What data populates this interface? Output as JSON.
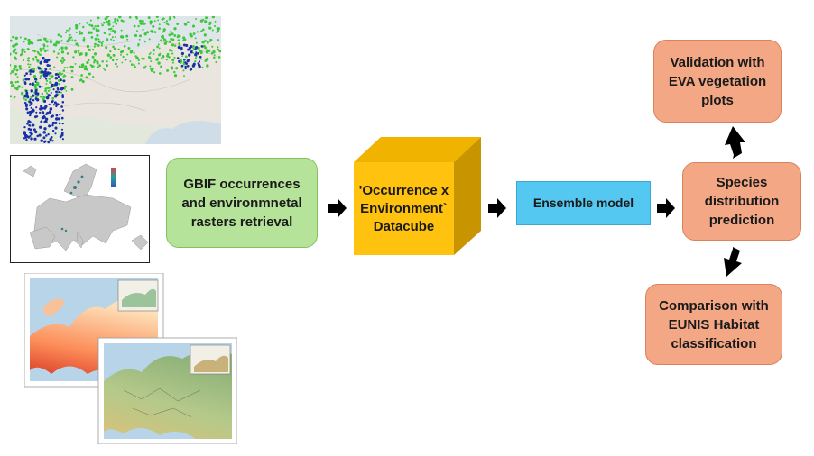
{
  "nodes": {
    "gbif": "GBIF occurrences\nand environmnetal\nrasters retrieval",
    "datacube": "'Occurrence x\nEnvironment`\nDatacube",
    "ensemble": "Ensemble model",
    "sdp": "Species\ndistribution\nprediction",
    "validation": "Validation with\nEVA vegetation\nplots",
    "comparison": "Comparison with\nEUNIS Habitat\nclassification"
  },
  "colors": {
    "green_fill": "#b6e39a",
    "salmon_fill": "#f3a785",
    "blue_fill": "#55c8f2",
    "cube_front": "#ffc20e",
    "cube_top": "#f0b400",
    "cube_side": "#c89400",
    "arrow": "#000000"
  },
  "icons": {
    "occurrence_map": "occurrence-points-map-thumbnail",
    "europe_raster": "europe-raster-map-thumbnail",
    "climate_maps": "europe-climate-maps-thumbnail"
  }
}
